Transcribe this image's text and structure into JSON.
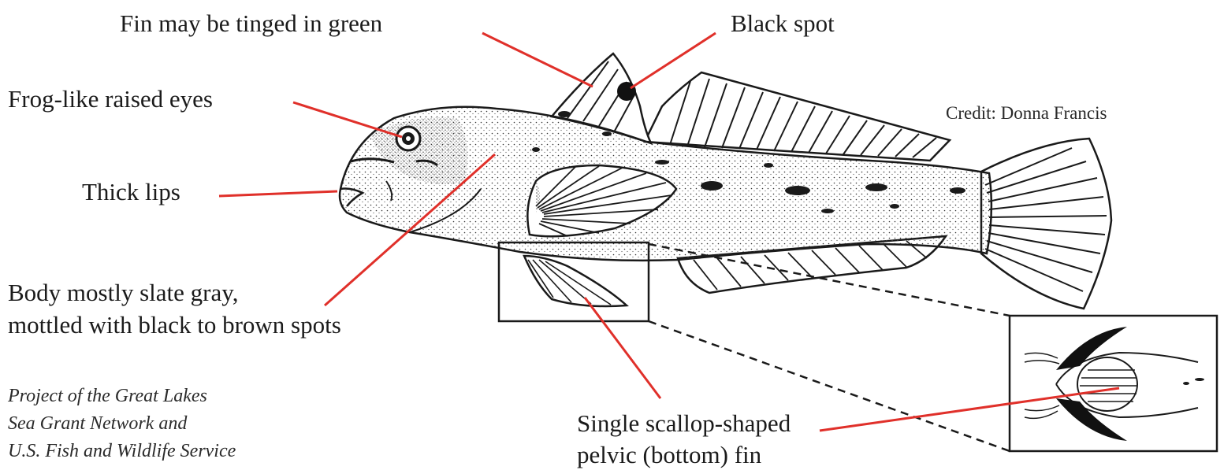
{
  "labels": {
    "fin_green": "Fin may be tinged in green",
    "black_spot": "Black spot",
    "frog_eyes": "Frog-like raised eyes",
    "thick_lips": "Thick lips",
    "body_line1": "Body mostly slate gray,",
    "body_line2": "mottled with black to brown spots",
    "pelvic_line1": "Single scallop-shaped",
    "pelvic_line2": "pelvic (bottom) fin"
  },
  "credit": "Credit: Donna Francis",
  "project": {
    "line1": "Project of the Great Lakes",
    "line2": "Sea Grant Network and",
    "line3": "U.S. Fish and Wildlife Service"
  },
  "colors": {
    "leader_line": "#e0302a",
    "ink": "#1a1a1a",
    "background": "#ffffff"
  }
}
